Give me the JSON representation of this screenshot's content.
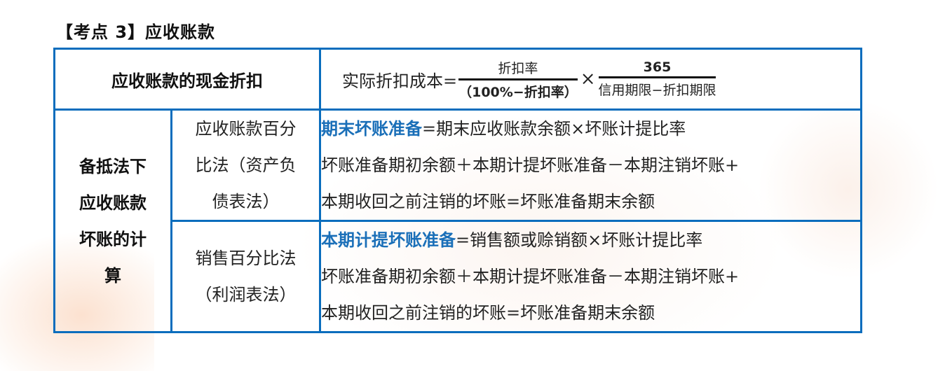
{
  "heading": "【考点 3】应收账款",
  "colors": {
    "border": "#0a6dbd",
    "highlight": "#1a6fb8",
    "text": "#111111"
  },
  "table": {
    "row1": {
      "title": "应收账款的现金折扣",
      "formula": {
        "lhs": "实际折扣成本=",
        "frac1_num": "折扣率",
        "frac1_den": "（100%−折扣率）",
        "times": "×",
        "frac2_num": "365",
        "frac2_den": "信用期限−折扣期限"
      }
    },
    "row2": {
      "title_lines": [
        "备抵法下",
        "应收账款",
        "坏账的计",
        "算"
      ],
      "method1": {
        "lines": [
          "应收账款百分",
          "比法（资产负",
          "债表法）"
        ],
        "formula_lines": [
          {
            "highlight": "期末坏账准备",
            "rest": "=期末应收账款余额×坏账计提比率"
          },
          {
            "highlight": "",
            "rest": "坏账准备期初余额＋本期计提坏账准备－本期注销坏账+"
          },
          {
            "highlight": "",
            "rest": "本期收回之前注销的坏账=坏账准备期末余额"
          }
        ]
      },
      "method2": {
        "lines": [
          "销售百分比法",
          "（利润表法）"
        ],
        "formula_lines": [
          {
            "highlight": "本期计提坏账准备",
            "rest": "=销售额或赊销额×坏账计提比率"
          },
          {
            "highlight": "",
            "rest": "坏账准备期初余额＋本期计提坏账准备－本期注销坏账+"
          },
          {
            "highlight": "",
            "rest": "本期收回之前注销的坏账=坏账准备期末余额"
          }
        ]
      }
    }
  }
}
